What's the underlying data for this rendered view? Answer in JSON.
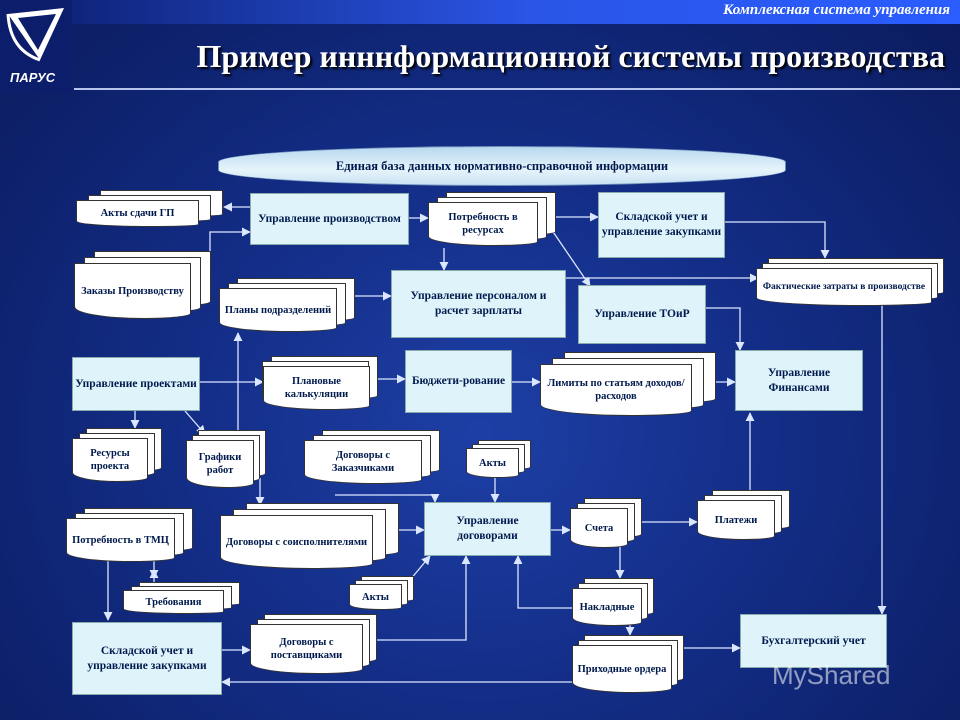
{
  "header": {
    "subtitle": "Комплексная система управления",
    "title": "Пример инннформационной системы производства",
    "logo_text": "ПАРУС"
  },
  "database": "Единая база данных нормативно-справочной информации",
  "processes": {
    "upr_proizvodstvom": "Управление производством",
    "skladskoy_top": "Складской учет и управление закупками",
    "upr_personalom": "Управление персоналом и расчет зарплаты",
    "upr_toir": "Управление ТОиР",
    "upr_proektami": "Управление проектами",
    "budgetirovanie": "Бюджети-рование",
    "upr_finansami": "Управление Финансами",
    "upr_dogovorami": "Управление договорами",
    "buh_uchet": "Бухгалтерский учет",
    "skladskoy_bottom": "Складской учет и управление закупками"
  },
  "documents": {
    "akty_sdachi": "Акты сдачи ГП",
    "potrebnost_resursah": "Потребность в ресурсах",
    "zakazy": "Заказы Производству",
    "plany": "Планы подразделений",
    "fakt_zatraty": "Фактические затраты в производстве",
    "planovye_kalk": "Плановые калькуляции",
    "limity": "Лимиты по статьям доходов/ расходов",
    "resursy": "Ресурсы проекта",
    "grafiki": "Графики работ",
    "dogovory_zakazchiki": "Договоры с Заказчиками",
    "akty_top": "Акты",
    "potrebnost_tmc": "Потребность в ТМЦ",
    "dogovory_soispolniteli": "Договоры с соисполнителями",
    "scheta": "Счета",
    "platezhi": "Платежи",
    "trebovaniya": "Требования",
    "akty_bottom": "Акты",
    "nakladnye": "Накладные",
    "dogovory_postavshiki": "Договоры с поставщиками",
    "prihodnye": "Приходные ордера"
  },
  "watermark": "MyShared",
  "colors": {
    "background": "#132d86",
    "process_fill": "#dff3fb",
    "document_fill": "#ffffff",
    "connector": "#dbe6ff"
  }
}
